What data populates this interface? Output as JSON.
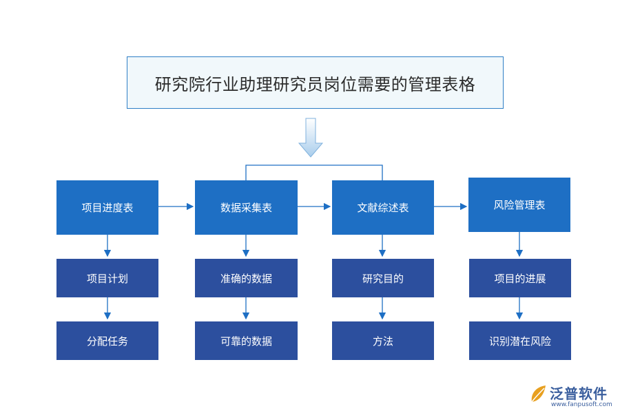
{
  "title": "研究院行业助理研究员岗位需要的管理表格",
  "columns": [
    {
      "header": "项目进度表",
      "items": [
        "项目计划",
        "分配任务"
      ]
    },
    {
      "header": "数据采集表",
      "items": [
        "准确的数据",
        "可靠的数据"
      ]
    },
    {
      "header": "文献综述表",
      "items": [
        "研究目的",
        "方法"
      ]
    },
    {
      "header": "风险管理表",
      "items": [
        "项目的进展",
        "识别潜在风险"
      ]
    }
  ],
  "logo": {
    "name": "泛普软件",
    "url": "www.fanpusoft.com"
  },
  "colors": {
    "header_box": "#1e6fc4",
    "item_box": "#2c4f9e",
    "line": "#1e6fc4",
    "title_border": "#2e7ec6"
  }
}
